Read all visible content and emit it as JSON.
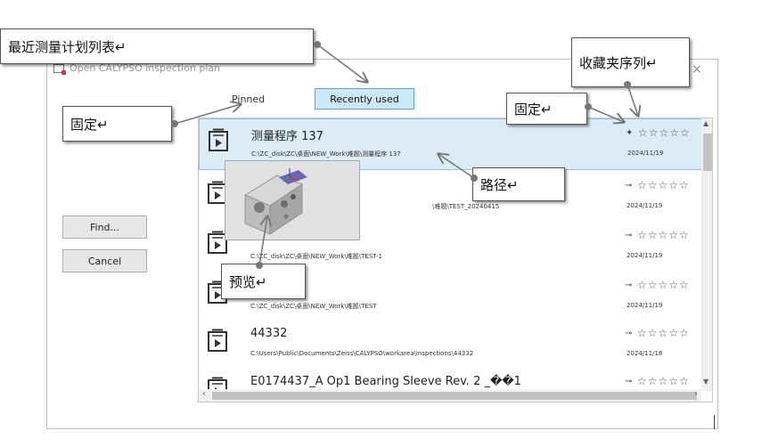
{
  "dialog": {
    "title": "Open CALYPSO inspection plan",
    "close_glyph": "×"
  },
  "tabs": {
    "pinned": "Pinned",
    "recently_used": "Recently used"
  },
  "buttons": {
    "find": "Find...",
    "cancel": "Cancel"
  },
  "list": {
    "rows": [
      {
        "name": "测量程序 137",
        "path": "C:\\ZC_disk\\ZC\\桌面\\NEW_Work\\难题\\测量程序 137",
        "date": "2024/11/19",
        "pin": "✦",
        "stars": "☆☆☆☆☆"
      },
      {
        "name": "",
        "path": "\\难题\\TEST_20240415",
        "date": "2024/11/19",
        "pin": "⊸",
        "stars": "☆☆☆☆☆"
      },
      {
        "name": "",
        "path": "C:\\ZC_disk\\ZC\\桌面\\NEW_Work\\难题\\TEST-1",
        "date": "2024/11/19",
        "pin": "⊸",
        "stars": "☆☆☆☆☆"
      },
      {
        "name": "",
        "path": "C:\\ZC_disk\\ZC\\桌面\\NEW_Work\\难题\\TEST",
        "date": "2024/11/19",
        "pin": "⊸",
        "stars": "☆☆☆☆☆"
      },
      {
        "name": "44332",
        "path": "C:\\Users\\Public\\Documents\\Zeiss\\CALYPSO\\workarea\\inspections\\44332",
        "date": "2024/11/18",
        "pin": "⊸",
        "stars": "☆☆☆☆☆"
      },
      {
        "name": "E0174437_A Op1 Bearing Sleeve Rev. 2 _��1",
        "path": "",
        "date": "",
        "pin": "⊸",
        "stars": "☆☆☆☆☆"
      }
    ]
  },
  "annotations": {
    "recent_list": "最近测量计划列表↵",
    "favorites": "收藏夹序列↵",
    "pinned_left": "固定↵",
    "pinned_right": "固定↵",
    "path": "路径↵",
    "preview": "预览↵"
  },
  "colors": {
    "accent": "#5aa6d8",
    "selected_bg": "#dcecf7",
    "tab_bg": "#cce8f6"
  },
  "icons": {
    "dialog": "calypso-icon",
    "plan": "inspection-plan-icon",
    "pin": "pin-icon",
    "star": "star-icon"
  }
}
